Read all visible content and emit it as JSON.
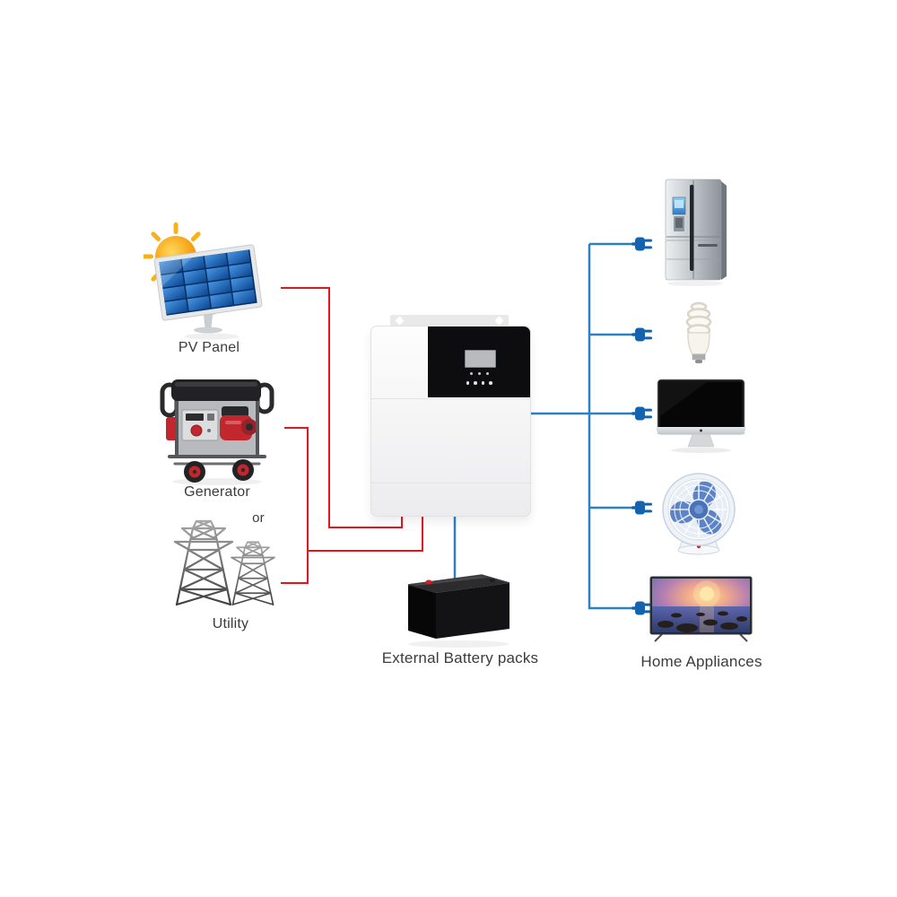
{
  "labels": {
    "pv_panel": "PV Panel",
    "generator": "Generator",
    "or": "or",
    "utility": "Utility",
    "battery": "External Battery packs",
    "home_appliances": "Home Appliances"
  },
  "colors": {
    "source_line": "#e4151d",
    "load_line": "#2f80c3",
    "plug": "#1563ae"
  },
  "icons": {
    "left_column": [
      "sun-icon",
      "solar-panel-icon",
      "generator-icon",
      "utility-towers-icon"
    ],
    "center": [
      "inverter-icon",
      "battery-icon"
    ],
    "right_column": [
      "refrigerator-icon",
      "light-bulb-icon",
      "computer-monitor-icon",
      "desk-fan-icon",
      "television-icon"
    ],
    "connector": "power-plug-icon"
  }
}
